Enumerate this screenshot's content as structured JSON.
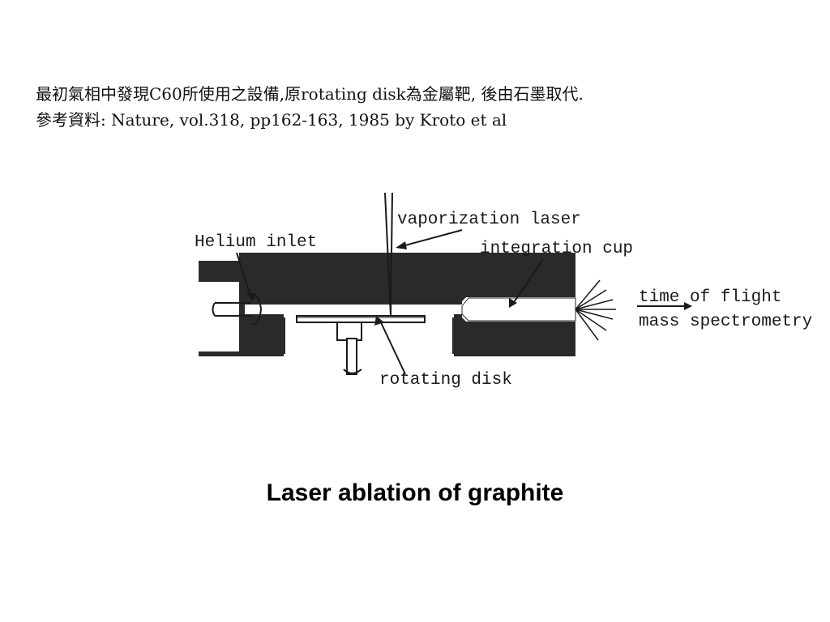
{
  "note": {
    "line1": "最初氣相中發現C60所使用之設備,原rotating disk為金屬靶, 後由石墨取代.",
    "line2": "參考資料: Nature, vol.318, pp162-163, 1985 by Kroto et al"
  },
  "diagram": {
    "labels": {
      "vaporization_laser": "vaporization laser",
      "helium_inlet": "Helium inlet",
      "integration_cup": "integration cup",
      "time_of_flight": "time of flight",
      "mass_spectrometry": "mass spectrometry",
      "rotating_disk": "rotating disk"
    },
    "colors": {
      "block": "#2a2a2a",
      "line": "#1a1a1a"
    }
  },
  "caption": "Laser ablation of graphite"
}
